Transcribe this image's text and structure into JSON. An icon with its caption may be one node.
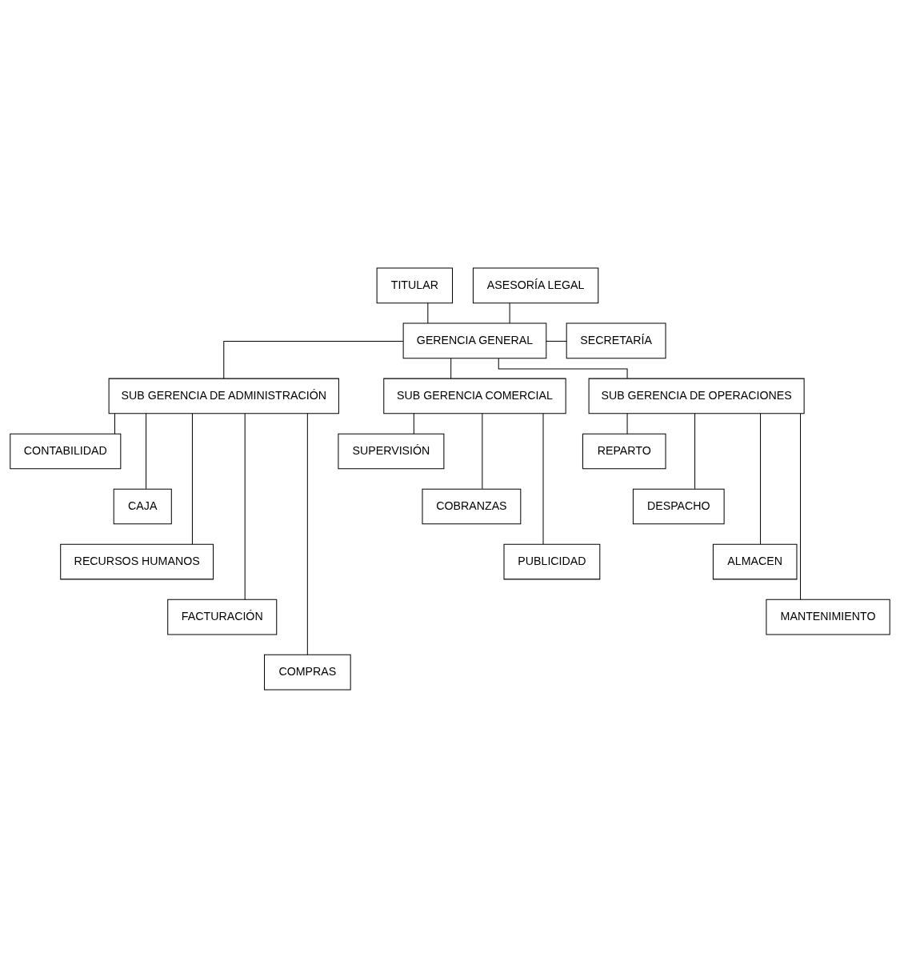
{
  "diagram": {
    "nodes": [
      {
        "text": [
          "TITULAR"
        ]
      },
      {
        "text": [
          "ASESORÍA LEGAL"
        ]
      },
      {
        "text": [
          "GERENCIA GENERAL"
        ]
      },
      {
        "text": [
          "SECRETARÍA"
        ]
      },
      {
        "text": [
          "SUB GERENCIA DE ADMINISTRACIÓN"
        ]
      },
      {
        "text": [
          "SUB GERENCIA COMERCIAL"
        ]
      },
      {
        "text": [
          "SUB GERENCIA DE OPERACIONES"
        ]
      },
      {
        "text": [
          "CONTABILIDAD"
        ]
      },
      {
        "text": [
          "CAJA"
        ]
      },
      {
        "text": [
          "RECURSOS HUMANOS"
        ]
      },
      {
        "text": [
          "FACTURACIÓN"
        ]
      },
      {
        "text": [
          "COMPRAS"
        ]
      },
      {
        "text": [
          "SUPERVISIÓN"
        ]
      },
      {
        "text": [
          "COBRANZAS"
        ]
      },
      {
        "text": [
          "PUBLICIDAD"
        ]
      },
      {
        "text": [
          "REPARTO"
        ]
      },
      {
        "text": [
          "DESPACHO"
        ]
      },
      {
        "text": [
          "ALMACEN"
        ]
      },
      {
        "text": [
          "MANTENIMIENTO"
        ]
      }
    ],
    "edges": [
      {
        "from": 0,
        "to": 2,
        "arrow": "none"
      },
      {
        "from": 1,
        "to": 2,
        "arrow": "none"
      },
      {
        "from": 2,
        "to": 3,
        "arrow": "none"
      },
      {
        "from": 2,
        "to": 4,
        "arrow": "none"
      },
      {
        "from": 2,
        "to": 5,
        "arrow": "none"
      },
      {
        "from": 2,
        "to": 6,
        "arrow": "none"
      },
      {
        "from": 4,
        "to": 7,
        "arrow": "none"
      },
      {
        "from": 4,
        "to": 8,
        "arrow": "none"
      },
      {
        "from": 4,
        "to": 9,
        "arrow": "none"
      },
      {
        "from": 4,
        "to": 10,
        "arrow": "none"
      },
      {
        "from": 4,
        "to": 11,
        "arrow": "none"
      },
      {
        "from": 5,
        "to": 12,
        "arrow": "none"
      },
      {
        "from": 5,
        "to": 13,
        "arrow": "none"
      },
      {
        "from": 5,
        "to": 14,
        "arrow": "none"
      },
      {
        "from": 6,
        "to": 15,
        "arrow": "none"
      },
      {
        "from": 6,
        "to": 16,
        "arrow": "none"
      },
      {
        "from": 6,
        "to": 17,
        "arrow": "none"
      },
      {
        "from": 6,
        "to": 18,
        "arrow": "none"
      }
    ]
  }
}
